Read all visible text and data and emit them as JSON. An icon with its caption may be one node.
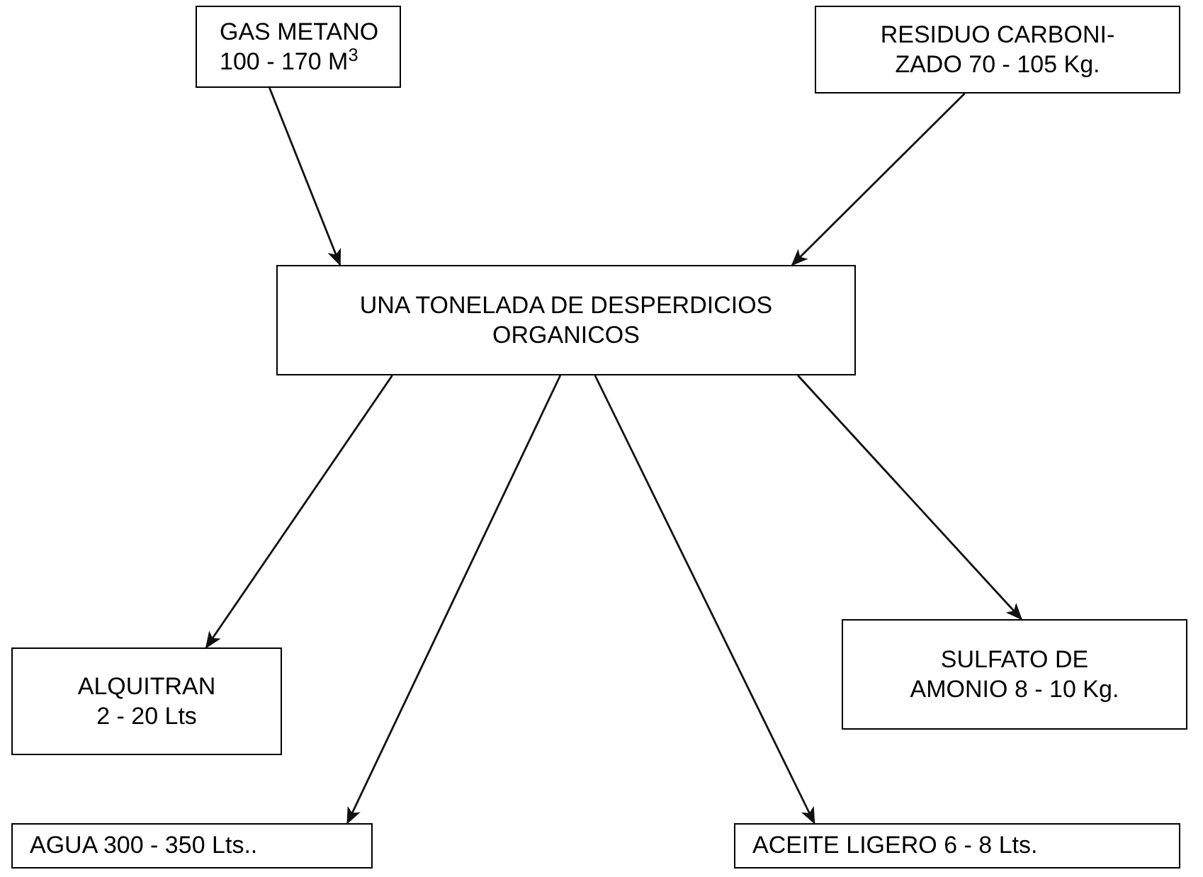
{
  "diagram": {
    "nodes": [
      {
        "text": [
          "GAS METANO 100 - 170 M$^{3}$"
        ]
      },
      {
        "text": [
          "RESIDUO CARBONI- ZADO 70 - 105 Kg."
        ]
      },
      {
        "text": [
          "UNA TONELADA DE DESPERDICIOS ORGANICOS"
        ]
      },
      {
        "text": [
          "ALQUITRAN 2 - 20 Lts"
        ]
      },
      {
        "text": [
          "SULFATO DE AMONIO 8 - 10 Kg."
        ]
      },
      {
        "text": [
          "AGUA 300 - 350 Lts.."
        ]
      },
      {
        "text": [
          "ACEITE LIGERO 6 - 8 Lts."
        ]
      }
    ],
    "edges": [
      {
        "from": 0,
        "to": 2,
        "arrow": "to"
      },
      {
        "from": 1,
        "to": 2,
        "arrow": "to"
      },
      {
        "from": 2,
        "to": 3,
        "arrow": "to"
      },
      {
        "from": 2,
        "to": 4,
        "arrow": "to"
      },
      {
        "from": 2,
        "to": 5,
        "arrow": "to"
      },
      {
        "from": 2,
        "to": 6,
        "arrow": "to"
      }
    ]
  }
}
